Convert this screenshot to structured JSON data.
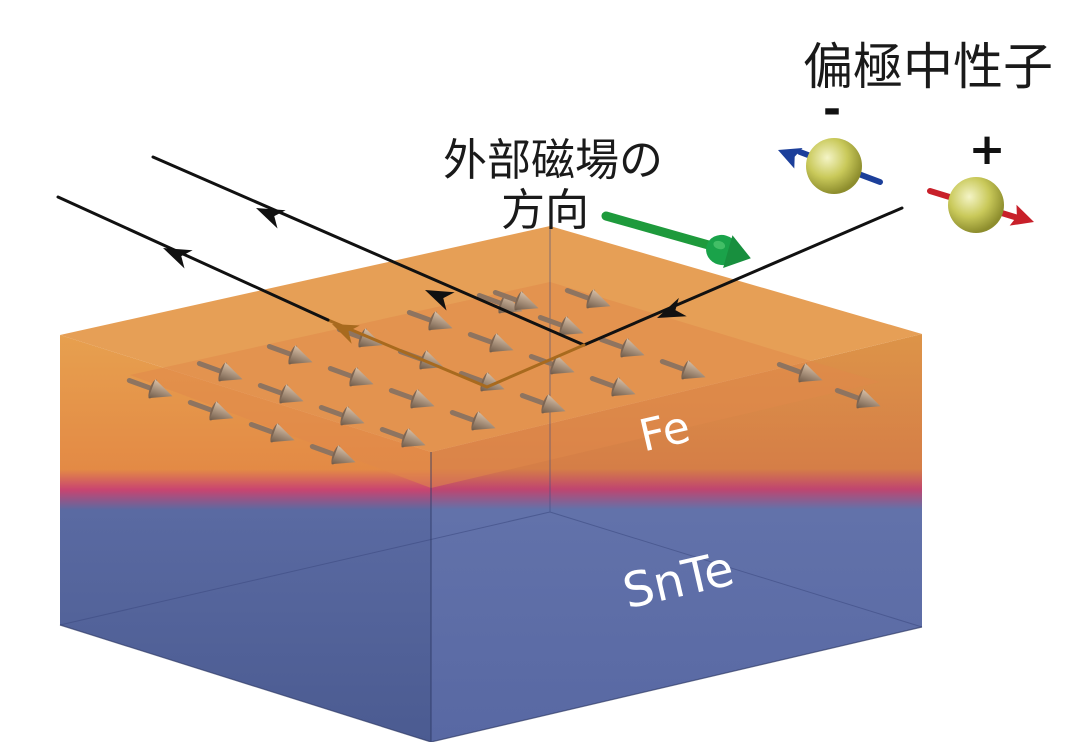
{
  "labels": {
    "polarized_neutrons": "偏極中性子",
    "minus_sign": "-",
    "plus_sign": "+",
    "field_direction_line1": "外部磁場の",
    "field_direction_line2": "方向",
    "fe_layer": "Fe",
    "snte_layer": "SnTe"
  },
  "colors": {
    "fe_top": "#e8a04e",
    "fe_side_left": "#e39342",
    "fe_side_right": "#d88a44",
    "snte_left": "#4d5d93",
    "snte_right": "#5e6ea8",
    "interface_glow": "#c8416a",
    "beam": "#111111",
    "refracted_beam": "#a86a1e",
    "field_arrow": "#1e9a3c",
    "field_arrow_head": "#1aa34a",
    "neutron": "#c9c95a",
    "spin_minus": "#1c3f9a",
    "spin_plus": "#c8202a",
    "moment": "#8e7460"
  },
  "icons": {
    "magnetic_moment": "cone-arrow-icon",
    "neutron": "sphere-icon",
    "beam_direction": "triangle-arrowhead-icon"
  }
}
